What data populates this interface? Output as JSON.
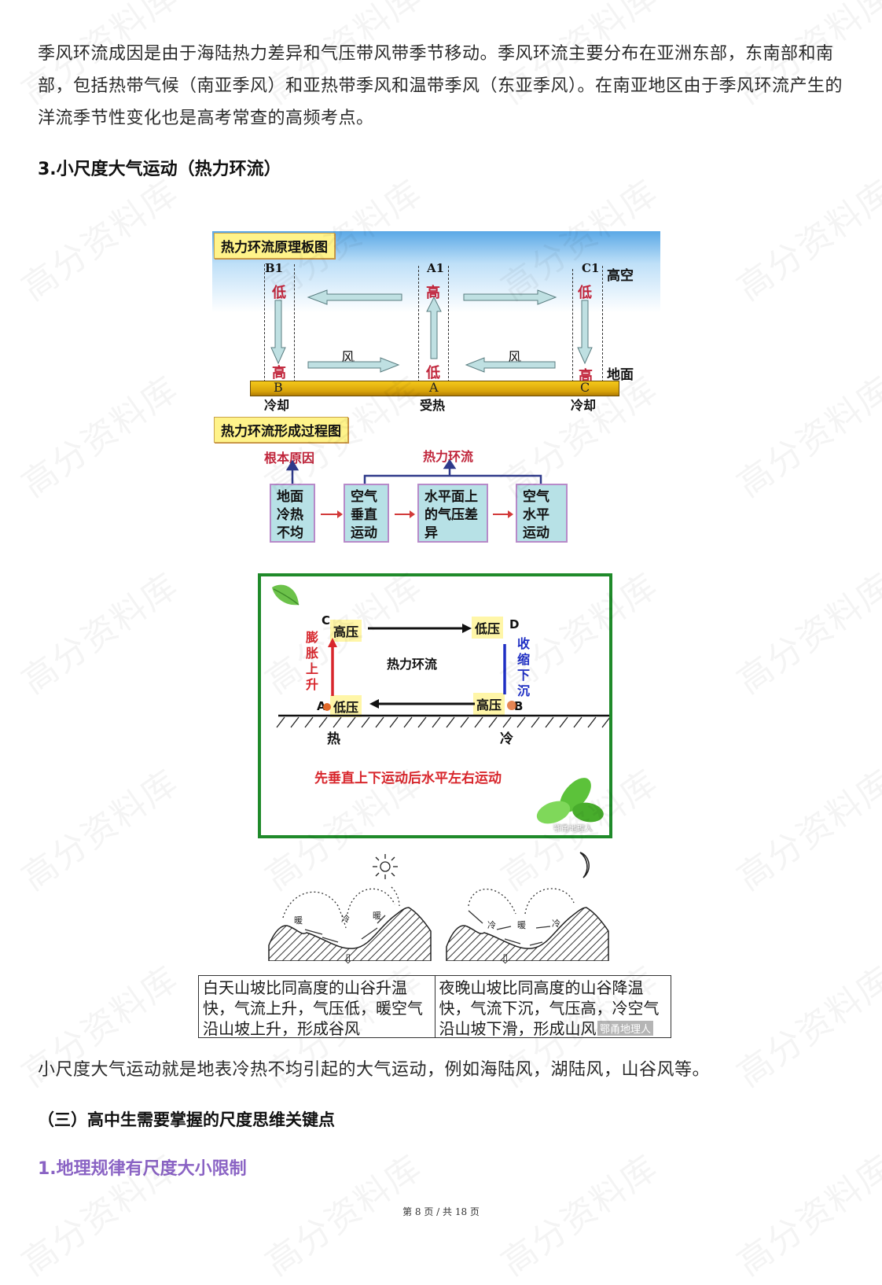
{
  "document": {
    "paragraph_1": "季风环流成因是由于海陆热力差异和气压带风带季节移动。季风环流主要分布在亚洲东部，东南部和南部，包括热带气候（南亚季风）和亚热带季风和温带季风（东亚季风）。在南亚地区由于季风环流产生的洋流季节性变化也是高考常查的高频考点。",
    "heading_3": "3.小尺度大气运动（热力环流）",
    "paragraph_2": "小尺度大气运动就是地表冷热不均引起的大气运动，例如海陆风，湖陆风，山谷风等。",
    "heading_section": "（三）高中生需要掌握的尺度思维关键点",
    "heading_1_purple": "1.地理规律有尺度大小限制",
    "footer": "第 8 页 / 共 18 页",
    "watermark": "高分资料库"
  },
  "figure_principle": {
    "title": "热力环流原理板图",
    "columns": [
      {
        "top_label": "B1",
        "top_pressure": "低",
        "bottom_pressure": "高",
        "ground_label": "B",
        "state": "冷却"
      },
      {
        "top_label": "A1",
        "top_pressure": "高",
        "bottom_pressure": "低",
        "ground_label": "A",
        "state": "受热"
      },
      {
        "top_label": "C1",
        "top_pressure": "低",
        "bottom_pressure": "高",
        "ground_label": "C",
        "state": "冷却"
      }
    ],
    "wind_label": "风",
    "altitude_high": "高空",
    "altitude_ground": "地面"
  },
  "figure_process": {
    "title": "热力环流形成过程图",
    "root_cause": "根本原因",
    "circulation": "热力环流",
    "steps": [
      "地面冷热不均",
      "空气垂直运动",
      "水平面上的气压差异",
      "空气水平运动"
    ]
  },
  "figure_circulation": {
    "center_label": "热力环流",
    "points": {
      "A": "A",
      "B": "B",
      "C": "C",
      "D": "D"
    },
    "pressures": {
      "C": "高压",
      "D": "低压",
      "A": "低压",
      "B": "高压"
    },
    "left_vertical": "膨胀上升",
    "right_vertical": "收缩下沉",
    "hot": "热",
    "cold": "冷",
    "caption": "先垂直上下运动后水平左右运动",
    "credit": "鄂甬地理人",
    "colors": {
      "rise": "#d8262c",
      "sink": "#1f2fc4",
      "frame": "#1f8a2a",
      "caption": "#d8262c"
    }
  },
  "figure_mountain": {
    "day_labels": {
      "warm": "暖",
      "cold": "冷"
    },
    "night_labels": {
      "warm": "暖",
      "cold": "冷"
    },
    "arrow": "⇩",
    "day_text": "白天山坡比同高度的山谷升温快，气流上升，气压低，暖空气沿山坡上升，形成谷风",
    "night_text": "夜晚山坡比同高度的山谷降温快，气流下沉，气压高，冷空气沿山坡下滑，形成山风",
    "credit": "鄂甬地理人"
  }
}
